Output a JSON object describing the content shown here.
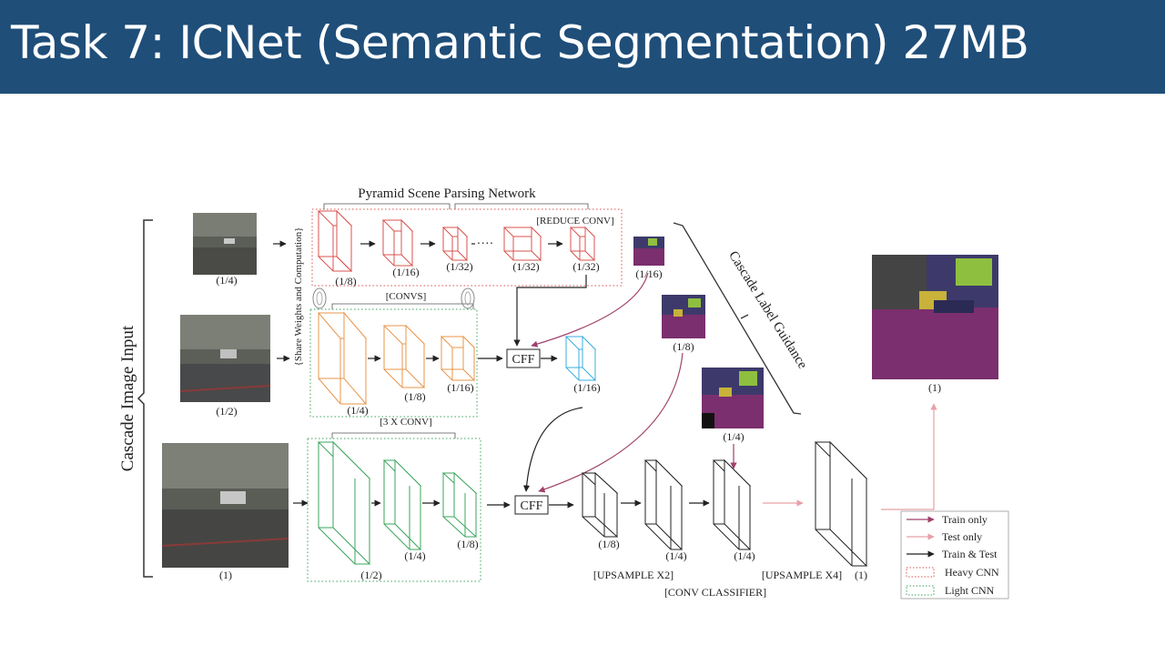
{
  "slide": {
    "title": "Task 7: ICNet (Semantic Segmentation) 27MB"
  },
  "colors": {
    "title_bg": "#1f4e79",
    "heavy": "#d9534f",
    "mid": "#e8954a",
    "light": "#3aa55c",
    "cff_out": "#3aaee0",
    "train": "#a0406a",
    "test": "#e8a0a8"
  },
  "diagram": {
    "side_label": "Cascade Image Input",
    "psp_label": "Pyramid Scene Parsing Network",
    "reduce_conv": "[REDUCE CONV]",
    "share_label": "{Share Weights and Computation}",
    "convs": "[CONVS]",
    "three_conv": "[3 X CONV]",
    "guidance": "Cascade Label Guidance",
    "cff": "CFF",
    "upsample_x2": "[UPSAMPLE X2]",
    "upsample_x4": "[UPSAMPLE X4]",
    "conv_classifier": "[CONV CLASSIFIER]",
    "dots": "····",
    "scales": {
      "in_q": "(1/4)",
      "in_h": "(1/2)",
      "in_f": "(1)",
      "r1_a": "(1/8)",
      "r1_b": "(1/16)",
      "r1_c": "(1/32)",
      "r1_d": "(1/32)",
      "r1_e": "(1/32)",
      "g1": "(1/16)",
      "r2_a": "(1/4)",
      "r2_b": "(1/8)",
      "r2_c": "(1/16)",
      "cff1": "(1/16)",
      "g2": "(1/8)",
      "g3": "(1/4)",
      "r3_a": "(1/2)",
      "r3_b": "(1/4)",
      "r3_c": "(1/8)",
      "up_a": "(1/8)",
      "up_b": "(1/4)",
      "up_c": "(1/4)",
      "final": "(1)",
      "out": "(1)"
    },
    "legend": [
      "Train only",
      "Test only",
      "Train & Test",
      "Heavy CNN",
      "Light CNN"
    ]
  }
}
